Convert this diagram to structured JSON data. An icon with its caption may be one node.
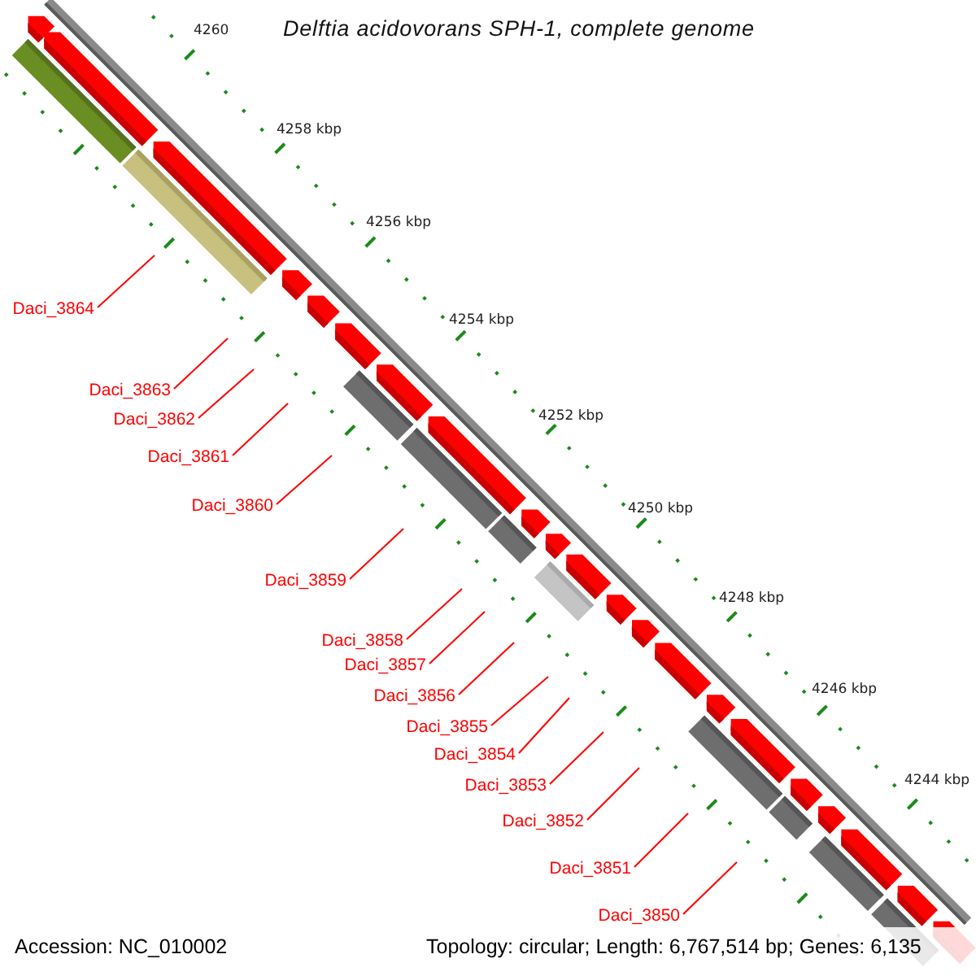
{
  "diagram": {
    "title": "Delftia acidovorans SPH-1, complete genome",
    "nodes": [
      {
        "text": [
          "Daci_3864"
        ]
      },
      {
        "text": [
          "Daci_3863"
        ]
      },
      {
        "text": [
          "Daci_3862"
        ]
      },
      {
        "text": [
          "Daci_3861"
        ]
      },
      {
        "text": [
          "Daci_3860"
        ]
      },
      {
        "text": [
          "Daci_3859"
        ]
      },
      {
        "text": [
          "Daci_3858"
        ]
      },
      {
        "text": [
          "Daci_3857"
        ]
      },
      {
        "text": [
          "Daci_3856"
        ]
      },
      {
        "text": [
          "Daci_3855"
        ]
      },
      {
        "text": [
          "Daci_3854"
        ]
      },
      {
        "text": [
          "Daci_3853"
        ]
      },
      {
        "text": [
          "Daci_3852"
        ]
      },
      {
        "text": [
          "Daci_3851"
        ]
      },
      {
        "text": [
          "Daci_3850"
        ]
      }
    ],
    "edges": [
      {
        "from": 0,
        "to": null,
        "arrow": "none"
      },
      {
        "from": 1,
        "to": null,
        "arrow": "none"
      },
      {
        "from": 2,
        "to": null,
        "arrow": "none"
      },
      {
        "from": 3,
        "to": null,
        "arrow": "none"
      },
      {
        "from": 4,
        "to": null,
        "arrow": "none"
      },
      {
        "from": 5,
        "to": null,
        "arrow": "none"
      },
      {
        "from": 6,
        "to": null,
        "arrow": "none"
      },
      {
        "from": 7,
        "to": null,
        "arrow": "none"
      },
      {
        "from": 8,
        "to": null,
        "arrow": "none"
      },
      {
        "from": 9,
        "to": null,
        "arrow": "none"
      },
      {
        "from": 10,
        "to": null,
        "arrow": "none"
      },
      {
        "from": 11,
        "to": null,
        "arrow": "none"
      },
      {
        "from": 12,
        "to": null,
        "arrow": "none"
      },
      {
        "from": 13,
        "to": null,
        "arrow": "none"
      },
      {
        "from": 14,
        "to": null,
        "arrow": "none"
      }
    ],
    "labels": [
      "4260",
      "4258 kbp",
      "4256 kbp",
      "4254 kbp",
      "4252 kbp",
      "4250 kbp",
      "4248 kbp",
      "4246 kbp",
      "4244 kbp",
      "Accession: NC_010002",
      "Topology: circular; Length: 6,767,514 bp; Genes: 6,135"
    ]
  }
}
